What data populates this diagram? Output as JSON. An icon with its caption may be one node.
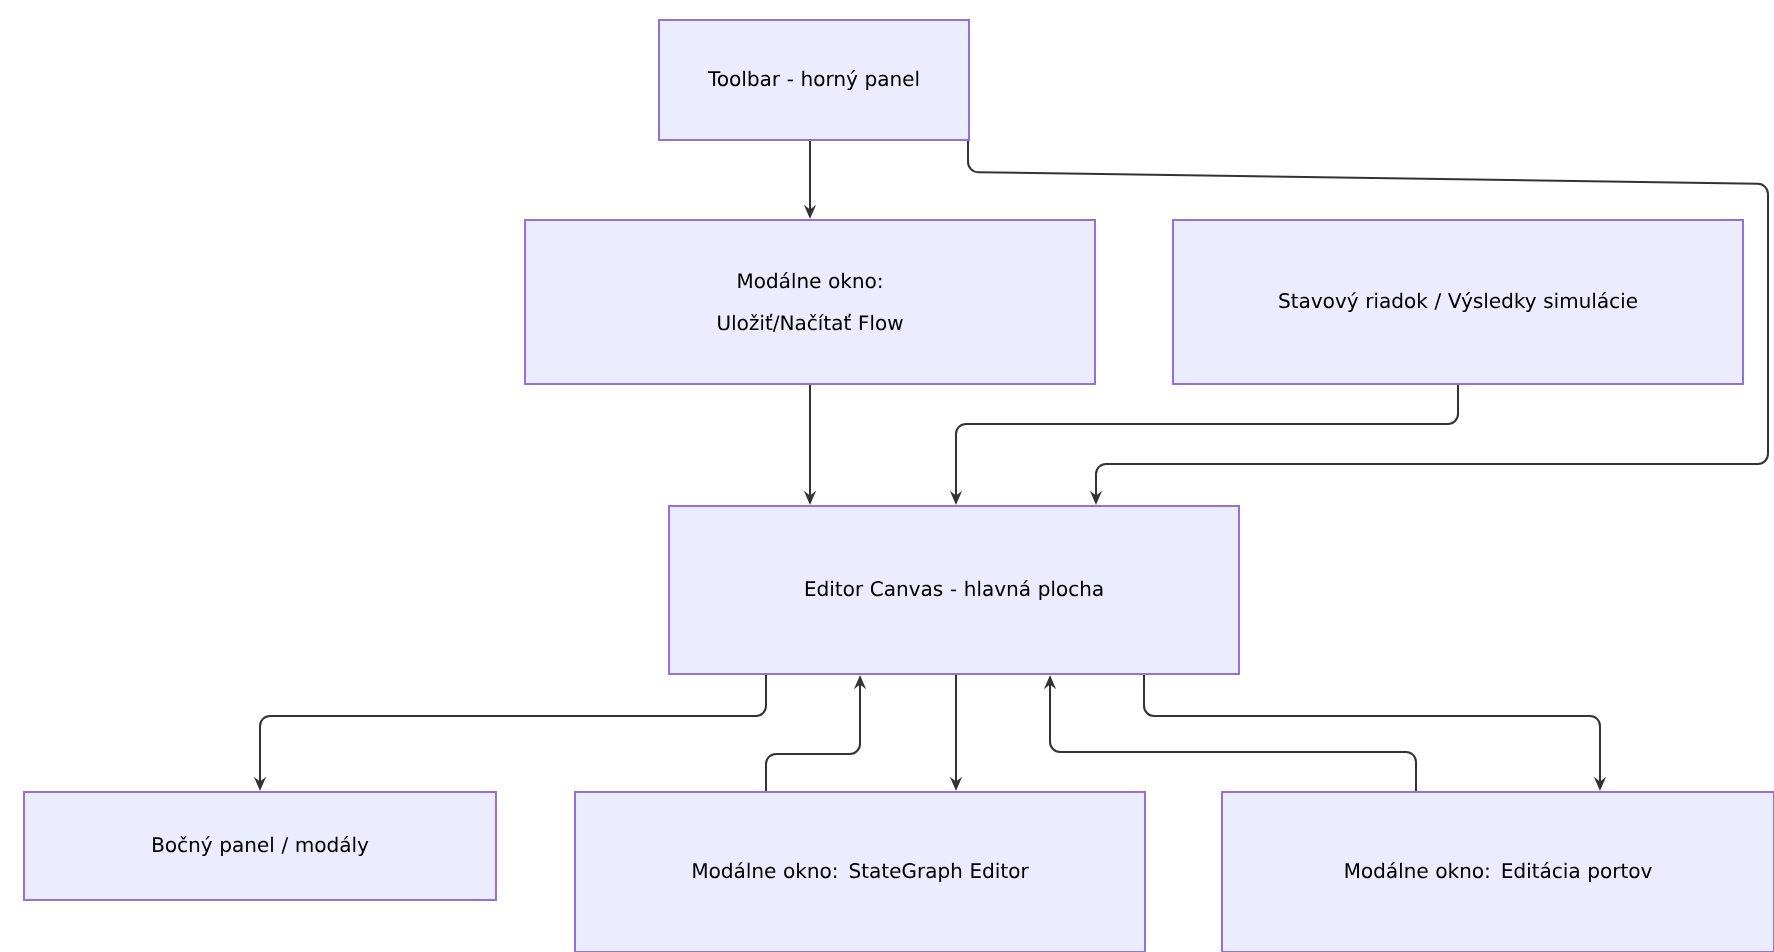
{
  "diagram": {
    "nodes": [
      {
        "text": [
          "Toolbar - horný panel"
        ]
      },
      {
        "text": [
          "Modálne okno: Uložiť/Načítať Flow"
        ]
      },
      {
        "text": [
          "Stavový riadok / Výsledky simulácie"
        ]
      },
      {
        "text": [
          "Editor Canvas - hlavná plocha"
        ]
      },
      {
        "text": [
          "Bočný panel / modály"
        ]
      },
      {
        "text": [
          "Modálne okno: StateGraph Editor"
        ]
      },
      {
        "text": [
          "Modálne okno: Editácia portov"
        ]
      }
    ],
    "edges": [
      {
        "from": 0,
        "to": 1,
        "arrow": "to"
      },
      {
        "from": 0,
        "to": 3,
        "arrow": "to"
      },
      {
        "from": 1,
        "to": 3,
        "arrow": "to"
      },
      {
        "from": 2,
        "to": 3,
        "arrow": "to"
      },
      {
        "from": 3,
        "to": 4,
        "arrow": "to"
      },
      {
        "from": 5,
        "to": 3,
        "arrow": "to"
      },
      {
        "from": 3,
        "to": 5,
        "arrow": "to"
      },
      {
        "from": 6,
        "to": 3,
        "arrow": "to"
      },
      {
        "from": 3,
        "to": 6,
        "arrow": "to"
      }
    ]
  }
}
